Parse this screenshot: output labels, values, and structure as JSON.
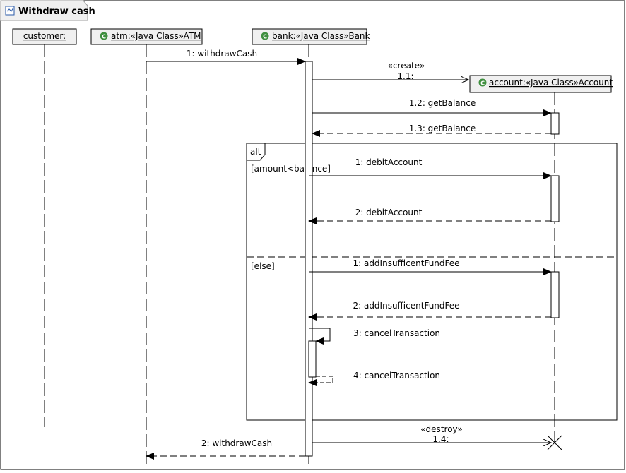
{
  "diagram": {
    "title": "Withdraw cash",
    "title_icon": "sequence-diagram-icon",
    "lifelines": {
      "customer": {
        "label": "customer:"
      },
      "atm": {
        "label": "atm:«Java Class»ATM",
        "icon": "java-class-icon"
      },
      "bank": {
        "label": "bank:«Java Class»Bank",
        "icon": "java-class-icon"
      },
      "account": {
        "label": "account:«Java Class»Account",
        "icon": "java-class-icon"
      }
    },
    "messages": {
      "m1": "1: withdrawCash",
      "m1_1_stereo": "«create»",
      "m1_1": "1.1:",
      "m1_2": "1.2: getBalance",
      "m1_3": "1.3: getBalance",
      "m1_4_stereo": "«destroy»",
      "m1_4": "1.4:",
      "m2": "2: withdrawCash"
    },
    "fragment": {
      "operator": "alt",
      "guard1": "[amount<balance]",
      "guard2": "[else]",
      "msgs1": [
        "1: debitAccount",
        "2: debitAccount"
      ],
      "msgs2": [
        "1: addInsufficentFundFee",
        "2: addInsufficentFundFee",
        "3: cancelTransaction",
        "4: cancelTransaction"
      ]
    },
    "colors": {
      "line": "#000000",
      "header_fill": "#f0f0f0",
      "class_icon": "#3f8f3f"
    }
  }
}
